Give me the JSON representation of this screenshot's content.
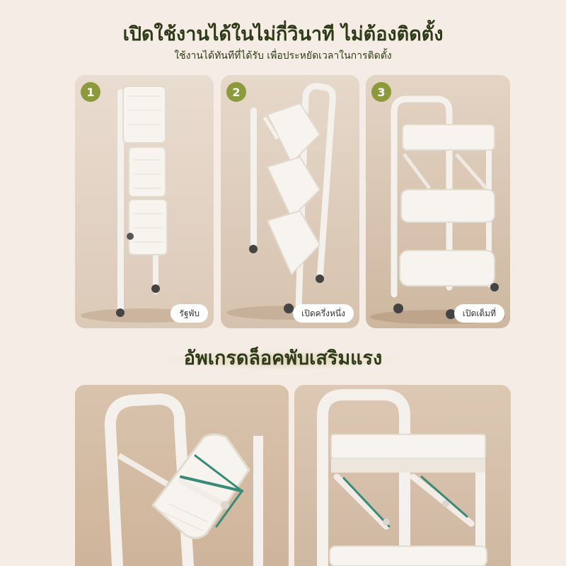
{
  "header": {
    "title": "เปิดใช้งานได้ในไม่กี่วินาที ไม่ต้องติดตั้ง",
    "subtitle": "ใช้งานได้ทันทีที่ได้รับ เพื่อประหยัดเวลาในการติดตั้ง"
  },
  "steps": [
    {
      "number": "1",
      "label": "รัฐพับ"
    },
    {
      "number": "2",
      "label": "เปิดครึ่งหนึ่ง"
    },
    {
      "number": "3",
      "label": "เปิดเต็มที่"
    }
  ],
  "upgrade": {
    "title": "อัพเกรดล็อคพับเสริมแรง"
  },
  "colors": {
    "accent": "#8c9a3c",
    "heading": "#2f3b18",
    "brace": "#3a8a78"
  }
}
